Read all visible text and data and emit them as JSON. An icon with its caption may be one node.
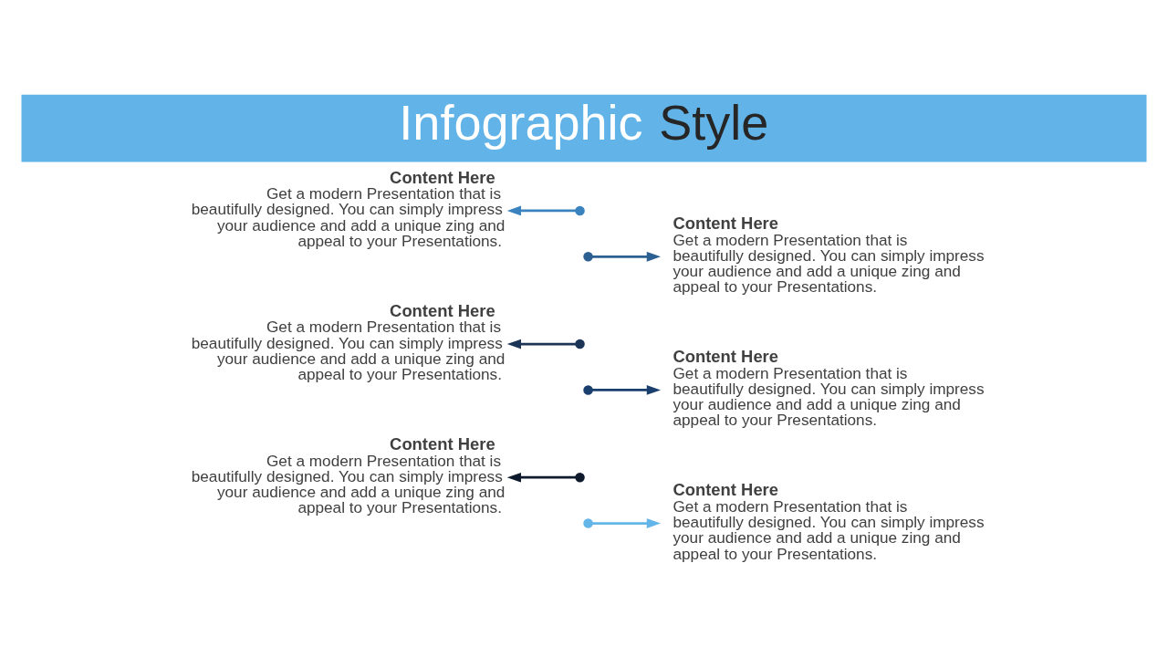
{
  "diagram": {
    "title": "Infographic Style",
    "nodes": [
      {
        "text": [
          "Content Here",
          "Get a modern Presentation that is beautifully designed. You can simply impress your audience and add a unique zing and appeal to your Presentations."
        ]
      },
      {
        "text": [
          "Content Here",
          "Get a modern Presentation that is beautifully designed. You can simply impress your audience and add a unique zing and appeal to your Presentations."
        ]
      },
      {
        "text": [
          "Content Here",
          "Get a modern Presentation that is beautifully designed. You can simply impress your audience and add a unique zing and appeal to your Presentations."
        ]
      },
      {
        "text": [
          "Content Here",
          "Get a modern Presentation that is beautifully designed. You can simply impress your audience and add a unique zing and appeal to your Presentations."
        ]
      },
      {
        "text": [
          "Content Here",
          "Get a modern Presentation that is beautifully designed. You can simply impress your audience and add a unique zing and appeal to your Presentations."
        ]
      },
      {
        "text": [
          "Content Here",
          "Get a modern Presentation that is beautifully designed. You can simply impress your audience and add a unique zing and appeal to your Presentations."
        ]
      }
    ],
    "edges": [
      {
        "from": null,
        "to": 0,
        "arrow": "to",
        "color": "#3a83bf"
      },
      {
        "from": null,
        "to": 1,
        "arrow": "to",
        "color": "#2c5f92"
      },
      {
        "from": null,
        "to": 2,
        "arrow": "to",
        "color": "#1c3557"
      },
      {
        "from": null,
        "to": 3,
        "arrow": "to",
        "color": "#1a3f6e"
      },
      {
        "from": null,
        "to": 4,
        "arrow": "to",
        "color": "#0f1a2c"
      },
      {
        "from": null,
        "to": 5,
        "arrow": "to",
        "color": "#64b5e8"
      }
    ]
  }
}
